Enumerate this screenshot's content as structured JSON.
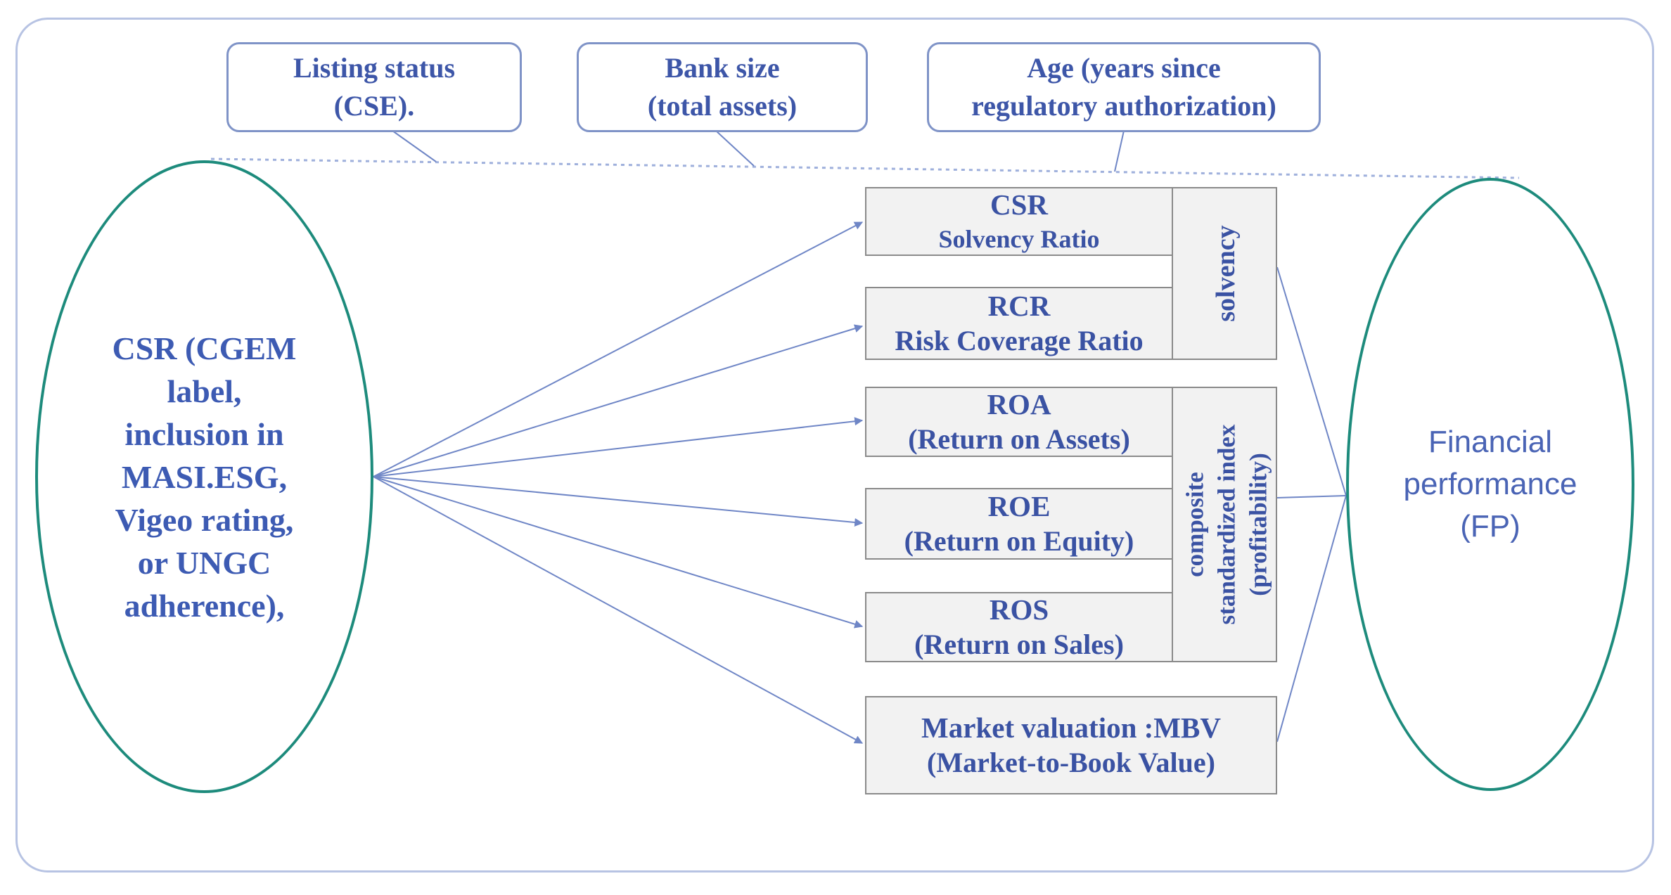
{
  "controls": [
    {
      "line1": "Listing status",
      "line2": "(CSE)."
    },
    {
      "line1": "Bank size",
      "line2": "(total assets)"
    },
    {
      "line1": "Age (years since",
      "line2": "regulatory authorization)"
    }
  ],
  "independent": {
    "lines": [
      "CSR (CGEM",
      "label,",
      "inclusion in",
      "MASI.ESG,",
      "Vigeo rating,",
      "or UNGC",
      "adherence),"
    ]
  },
  "dependent": {
    "lines": [
      "Financial",
      "performance",
      "(FP)"
    ]
  },
  "indicators": [
    {
      "title": "CSR",
      "subtitle": "Solvency Ratio"
    },
    {
      "title": "RCR",
      "subtitle": "Risk Coverage Ratio"
    },
    {
      "title": "ROA",
      "subtitle": "(Return on Assets)"
    },
    {
      "title": "ROE",
      "subtitle": "(Return on Equity)"
    },
    {
      "title": "ROS",
      "subtitle": "(Return on Sales)"
    },
    {
      "title": "Market valuation :MBV",
      "subtitle": "(Market-to-Book Value)"
    }
  ],
  "groups": {
    "solvency": {
      "label": "solvency"
    },
    "profitability": {
      "line1": "composite",
      "line2": "standardized index",
      "line3": "(profitability)"
    }
  },
  "colors": {
    "ellipse_border": "#1d8b7c",
    "text_blue": "#3d56a8",
    "arrow": "#6f86c6",
    "box_fill": "#f2f2f2"
  }
}
